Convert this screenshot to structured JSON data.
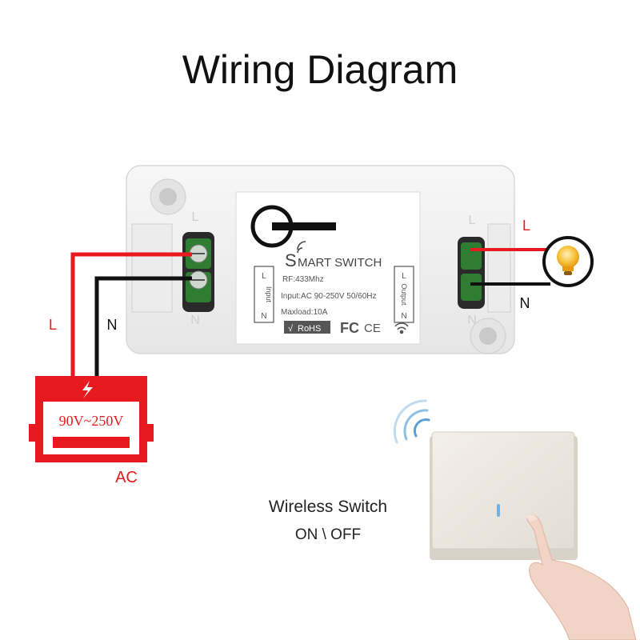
{
  "title": "Wiring Diagram",
  "module": {
    "brand_initial": "S",
    "name": "MART SWITCH",
    "rf": "RF:433Mhz",
    "input": "Input:AC 90-250V 50/60Hz",
    "maxload": "Maxload:10A",
    "rohs": "RoHS",
    "fc": "FC",
    "ce": "CE",
    "input_label": "Input",
    "output_label": "Output",
    "terminal_l": "L",
    "terminal_n": "N"
  },
  "wiring": {
    "label_l_left": "L",
    "label_n_left": "N",
    "label_l_right": "L",
    "label_n_right": "N"
  },
  "power_source": {
    "voltage": "90V~250V",
    "label": "AC"
  },
  "wireless_switch": {
    "title": "Wireless Switch",
    "subtitle": "ON \\ OFF"
  },
  "colors": {
    "live": "#e8191f",
    "neutral": "#111111",
    "module_body": "#f2f2f2",
    "terminal_green": "#2e7d32",
    "bulb": "#f5b52a"
  }
}
